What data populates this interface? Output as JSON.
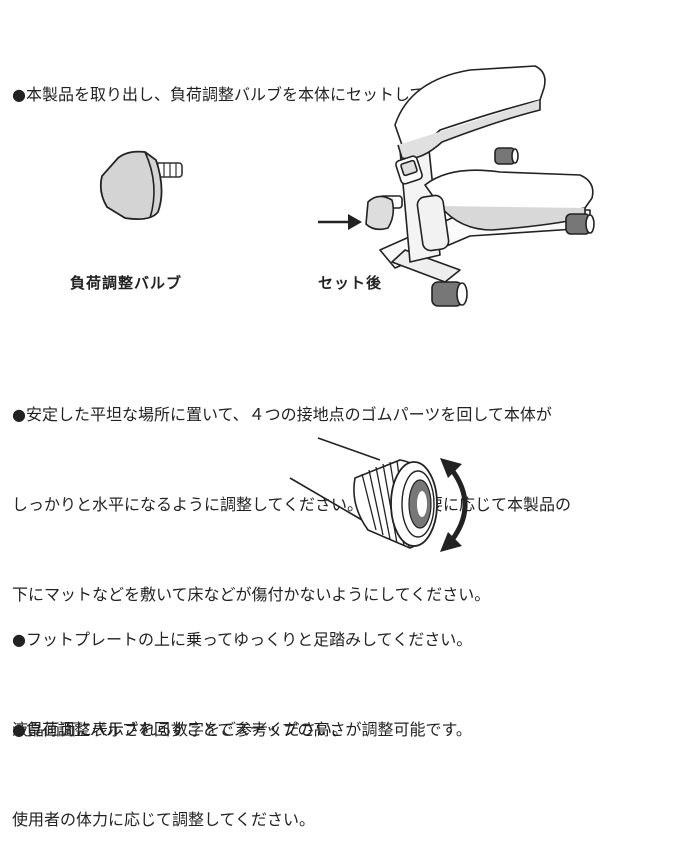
{
  "sections": [
    {
      "lines": [
        "●本製品を取り出し、負荷調整バルブを本体にセットしてください。"
      ]
    },
    {
      "lines": [
        "●安定した平坦な場所に置いて、４つの接地点のゴムパーツを回して本体が",
        "しっかりと水平になるように調整してください。また、必要に応じて本製品の",
        "下にマットなどを敷いて床などが傷付かないようにしてください。"
      ]
    },
    {
      "lines": [
        "●フットプレートの上に乗ってゆっくりと足踏みしてください。",
        "液晶画面に表示される数字をご参考ください。"
      ]
    },
    {
      "lines": [
        "●負荷調整バルブを回すことでステップの高さが調整可能です。",
        "使用者の体力に応じて調整してください。"
      ]
    }
  ],
  "captions": {
    "valve": "負荷調整バルブ",
    "after_set": "セット後"
  }
}
